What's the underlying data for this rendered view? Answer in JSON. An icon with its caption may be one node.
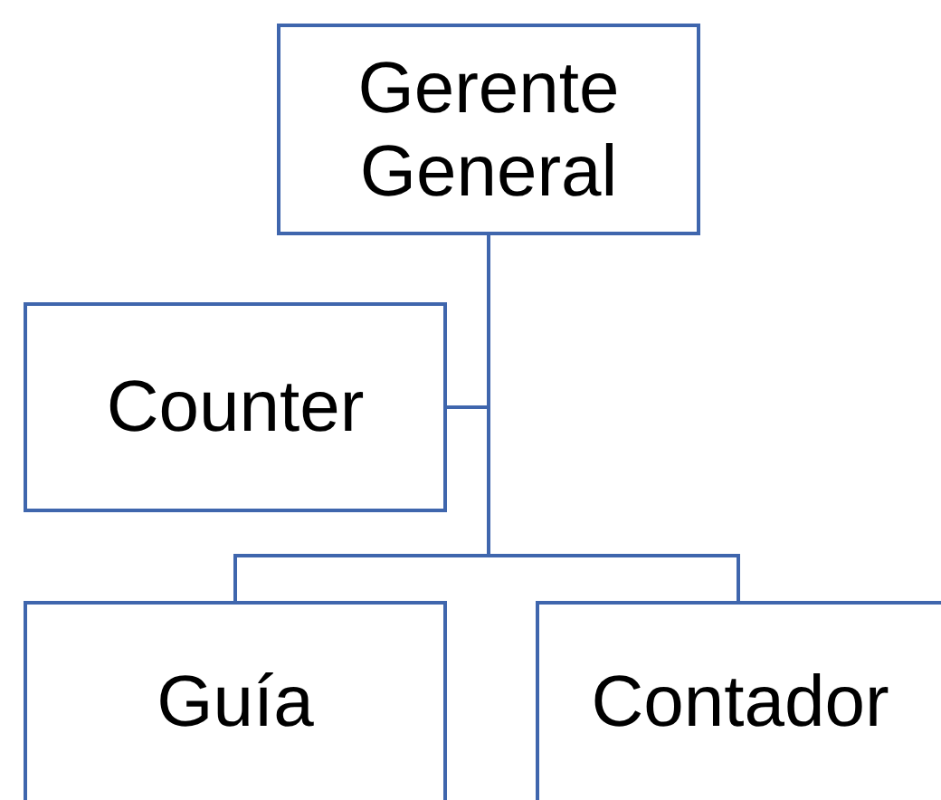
{
  "diagram": {
    "nodes": [
      {
        "text": [
          "Gerente General"
        ]
      },
      {
        "text": [
          "Counter"
        ]
      },
      {
        "text": [
          "Guía"
        ]
      },
      {
        "text": [
          "Contador"
        ]
      }
    ],
    "edges": [
      {
        "from": 0,
        "to": 1,
        "arrow": "none"
      },
      {
        "from": 0,
        "to": 2,
        "arrow": "none"
      },
      {
        "from": 0,
        "to": 3,
        "arrow": "none"
      }
    ]
  }
}
